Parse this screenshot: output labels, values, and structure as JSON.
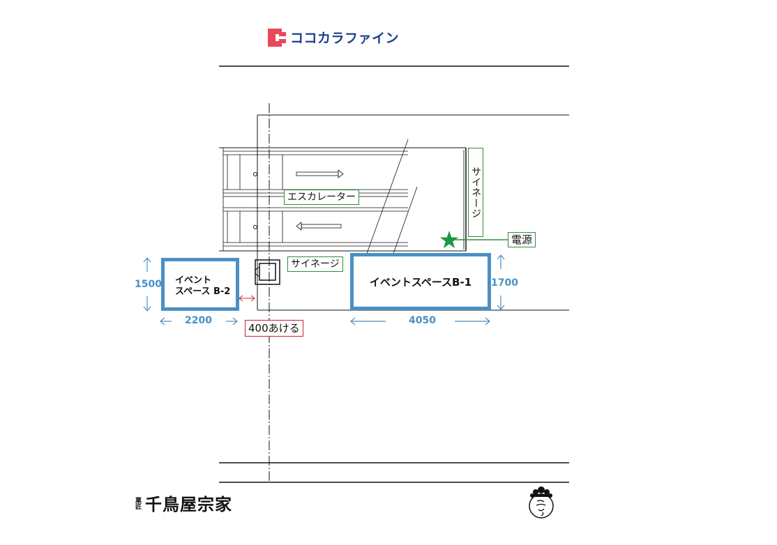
{
  "brand": {
    "name": "ココカラファイン"
  },
  "labels": {
    "escalator": "エスカレーター",
    "signage_vertical": "サイネージ",
    "signage": "サイネージ",
    "power": "電源",
    "gap": "400あける"
  },
  "event_spaces": {
    "b1": {
      "name": "イベントスペースB-1",
      "width": "4050",
      "depth": "1700"
    },
    "b2": {
      "name_line1": "イベント",
      "name_line2": "スペース B-2",
      "width": "2200",
      "depth": "1500"
    }
  },
  "footer": {
    "shop_small": "菓匠",
    "shop_name": "千鳥屋宗家"
  },
  "colors": {
    "event_border": "#4a90c4",
    "signage_border": "#2e8b3e",
    "gap_border": "#c8202f",
    "brand_red": "#e8485a",
    "brand_blue": "#1b3f8c",
    "power_star": "#1a9a3c"
  }
}
